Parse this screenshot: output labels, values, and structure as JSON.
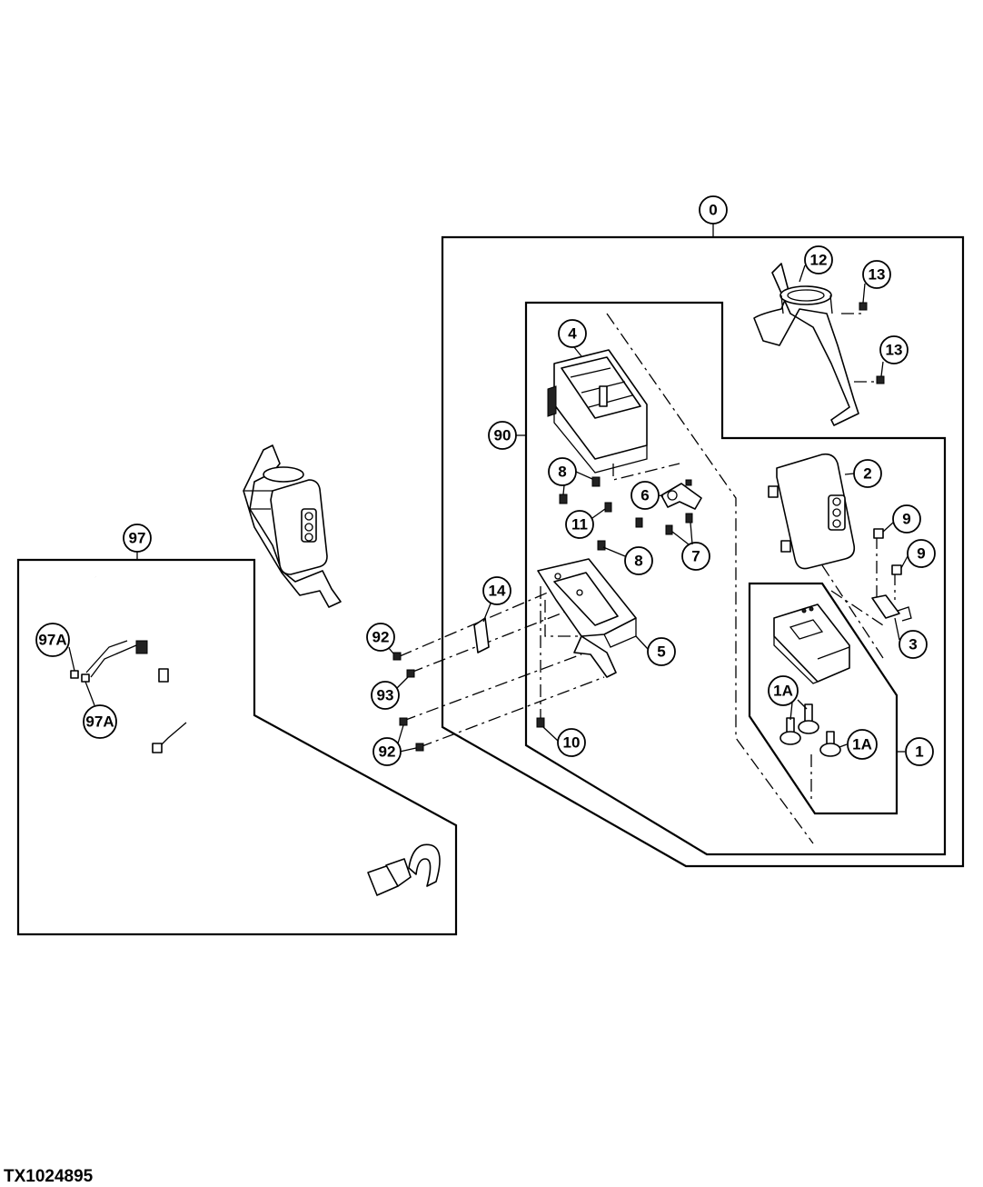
{
  "figure_id": "TX1024895",
  "callouts": [
    {
      "label": "0"
    },
    {
      "label": "12"
    },
    {
      "label": "13"
    },
    {
      "label": "13"
    },
    {
      "label": "4"
    },
    {
      "label": "90"
    },
    {
      "label": "8"
    },
    {
      "label": "6"
    },
    {
      "label": "2"
    },
    {
      "label": "9"
    },
    {
      "label": "11"
    },
    {
      "label": "8"
    },
    {
      "label": "7"
    },
    {
      "label": "9"
    },
    {
      "label": "97"
    },
    {
      "label": "14"
    },
    {
      "label": "3"
    },
    {
      "label": "92"
    },
    {
      "label": "5"
    },
    {
      "label": "97A"
    },
    {
      "label": "93"
    },
    {
      "label": "1A"
    },
    {
      "label": "97A"
    },
    {
      "label": "1A"
    },
    {
      "label": "10"
    },
    {
      "label": "92"
    },
    {
      "label": "1"
    }
  ]
}
